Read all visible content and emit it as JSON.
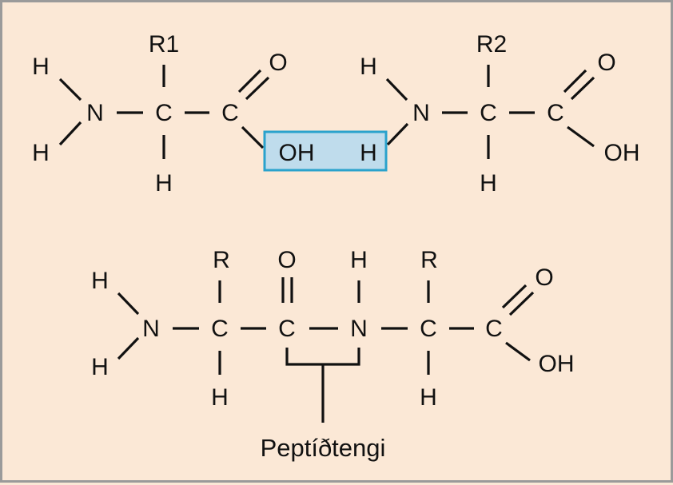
{
  "top": {
    "mol1": {
      "h1": "H",
      "h2": "H",
      "n": "N",
      "r": "R1",
      "c_alpha": "C",
      "h_bottom": "H",
      "c_carbonyl": "C",
      "o": "O"
    },
    "highlight": {
      "oh": "OH",
      "h": "H",
      "color": "#bfdcec",
      "border": "#2aa2cc"
    },
    "mol2": {
      "h_top": "H",
      "n": "N",
      "r": "R2",
      "c_alpha": "C",
      "h_bottom": "H",
      "c_carbonyl": "C",
      "o": "O",
      "oh": "OH"
    }
  },
  "bottom": {
    "h1": "H",
    "h2": "H",
    "n1": "N",
    "r1": "R",
    "c1": "C",
    "h_c1": "H",
    "o": "O",
    "c2": "C",
    "h_n2": "H",
    "n2": "N",
    "r2": "R",
    "c3": "C",
    "h_c3": "H",
    "c4": "C",
    "o2": "O",
    "oh": "OH",
    "caption": "Peptíðtengi"
  },
  "colors": {
    "background": "#fbe8d6",
    "frame": "#9a9a9a",
    "ink": "#111111"
  }
}
